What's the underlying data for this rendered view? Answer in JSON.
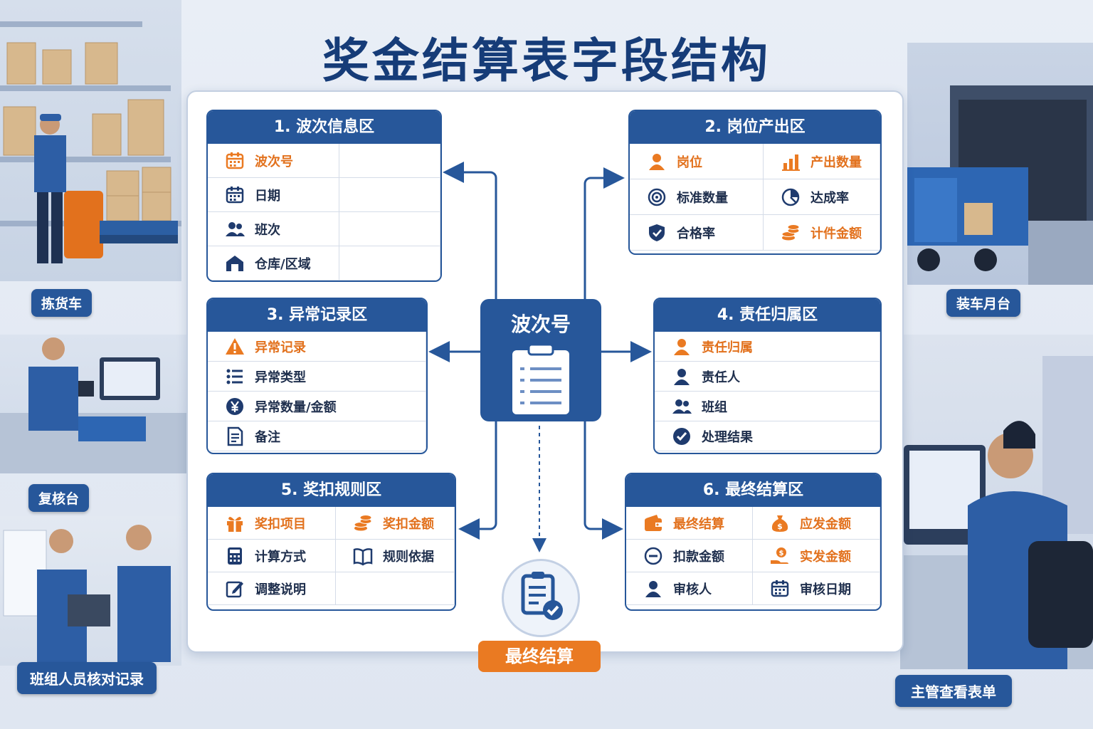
{
  "title": "奖金结算表字段结构",
  "scenes": {
    "picking_cart": "拣货车",
    "review_desk": "复核台",
    "team_check": "班组人员核对记录",
    "loading_dock": "装车月台",
    "supervisor": "主管查看表单"
  },
  "hub": {
    "label": "波次号",
    "icon": "clipboard-icon"
  },
  "final": {
    "label": "最终结算",
    "icon": "clipboard-check-icon"
  },
  "colors": {
    "primary": "#27579a",
    "accent": "#ea7a22"
  },
  "sections": {
    "wave": {
      "title": "1. 波次信息区",
      "items": [
        {
          "label": "波次号",
          "icon": "calendar-icon",
          "highlight": true
        },
        {
          "label": "日期",
          "icon": "calendar-icon",
          "highlight": false
        },
        {
          "label": "班次",
          "icon": "users-icon",
          "highlight": false
        },
        {
          "label": "仓库/区域",
          "icon": "warehouse-icon",
          "highlight": false
        }
      ]
    },
    "output": {
      "title": "2. 岗位产出区",
      "items": [
        {
          "label": "岗位",
          "icon": "person-icon",
          "highlight": true
        },
        {
          "label": "产出数量",
          "icon": "bar-chart-icon",
          "highlight": true
        },
        {
          "label": "标准数量",
          "icon": "target-icon",
          "highlight": false
        },
        {
          "label": "达成率",
          "icon": "pie-chart-icon",
          "highlight": false
        },
        {
          "label": "合格率",
          "icon": "shield-check-icon",
          "highlight": false
        },
        {
          "label": "计件金额",
          "icon": "coins-icon",
          "highlight": true
        }
      ]
    },
    "exception": {
      "title": "3. 异常记录区",
      "items": [
        {
          "label": "异常记录",
          "icon": "warning-icon",
          "highlight": true
        },
        {
          "label": "异常类型",
          "icon": "list-icon",
          "highlight": false
        },
        {
          "label": "异常数量/金额",
          "icon": "yen-icon",
          "highlight": false
        },
        {
          "label": "备注",
          "icon": "note-icon",
          "highlight": false
        }
      ]
    },
    "responsibility": {
      "title": "4. 责任归属区",
      "items": [
        {
          "label": "责任归属",
          "icon": "person-icon",
          "highlight": true
        },
        {
          "label": "责任人",
          "icon": "person-icon",
          "highlight": false
        },
        {
          "label": "班组",
          "icon": "users-icon",
          "highlight": false
        },
        {
          "label": "处理结果",
          "icon": "check-circle-icon",
          "highlight": false
        }
      ]
    },
    "rules": {
      "title": "5. 奖扣规则区",
      "items": [
        {
          "label": "奖扣项目",
          "icon": "gift-icon",
          "highlight": true
        },
        {
          "label": "奖扣金额",
          "icon": "coins-icon",
          "highlight": true
        },
        {
          "label": "计算方式",
          "icon": "calculator-icon",
          "highlight": false
        },
        {
          "label": "规则依据",
          "icon": "book-icon",
          "highlight": false
        },
        {
          "label": "调整说明",
          "icon": "edit-icon",
          "highlight": false
        }
      ]
    },
    "settlement": {
      "title": "6. 最终结算区",
      "items": [
        {
          "label": "最终结算",
          "icon": "wallet-icon",
          "highlight": true
        },
        {
          "label": "应发金额",
          "icon": "money-bag-icon",
          "highlight": true
        },
        {
          "label": "扣款金额",
          "icon": "minus-circle-icon",
          "highlight": false
        },
        {
          "label": "实发金额",
          "icon": "hand-coin-icon",
          "highlight": true
        },
        {
          "label": "审核人",
          "icon": "person-icon",
          "highlight": false
        },
        {
          "label": "审核日期",
          "icon": "calendar-icon",
          "highlight": false
        }
      ]
    }
  }
}
